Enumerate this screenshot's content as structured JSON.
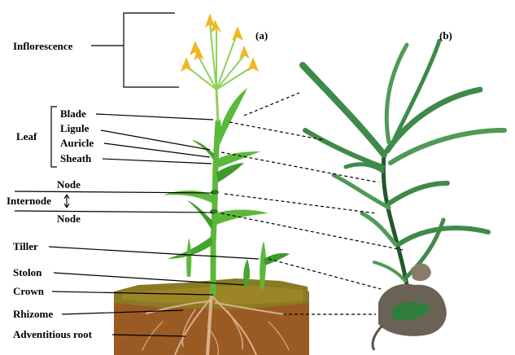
{
  "panels": {
    "a": "(a)",
    "b": "(b)"
  },
  "labels": {
    "inflorescence": "Inflorescence",
    "leaf": "Leaf",
    "blade": "Blade",
    "ligule": "Ligule",
    "auricle": "Auricle",
    "sheath": "Sheath",
    "node_top": "Node",
    "internode": "Internode",
    "node_bottom": "Node",
    "tiller": "Tiller",
    "stolon": "Stolon",
    "crown": "Crown",
    "rhizome": "Rhizome",
    "adventitious_root": "Adventitious root"
  },
  "colors": {
    "flower": "#f2b61e",
    "leaf_light": "#5cb83a",
    "leaf_dark": "#2f7d25",
    "soil": "#9a5a24",
    "soil_top": "#8a7a24",
    "root": "#d9b08a",
    "photo_leaf": "#3f8a4a",
    "photo_leaf_dark": "#24572e"
  }
}
